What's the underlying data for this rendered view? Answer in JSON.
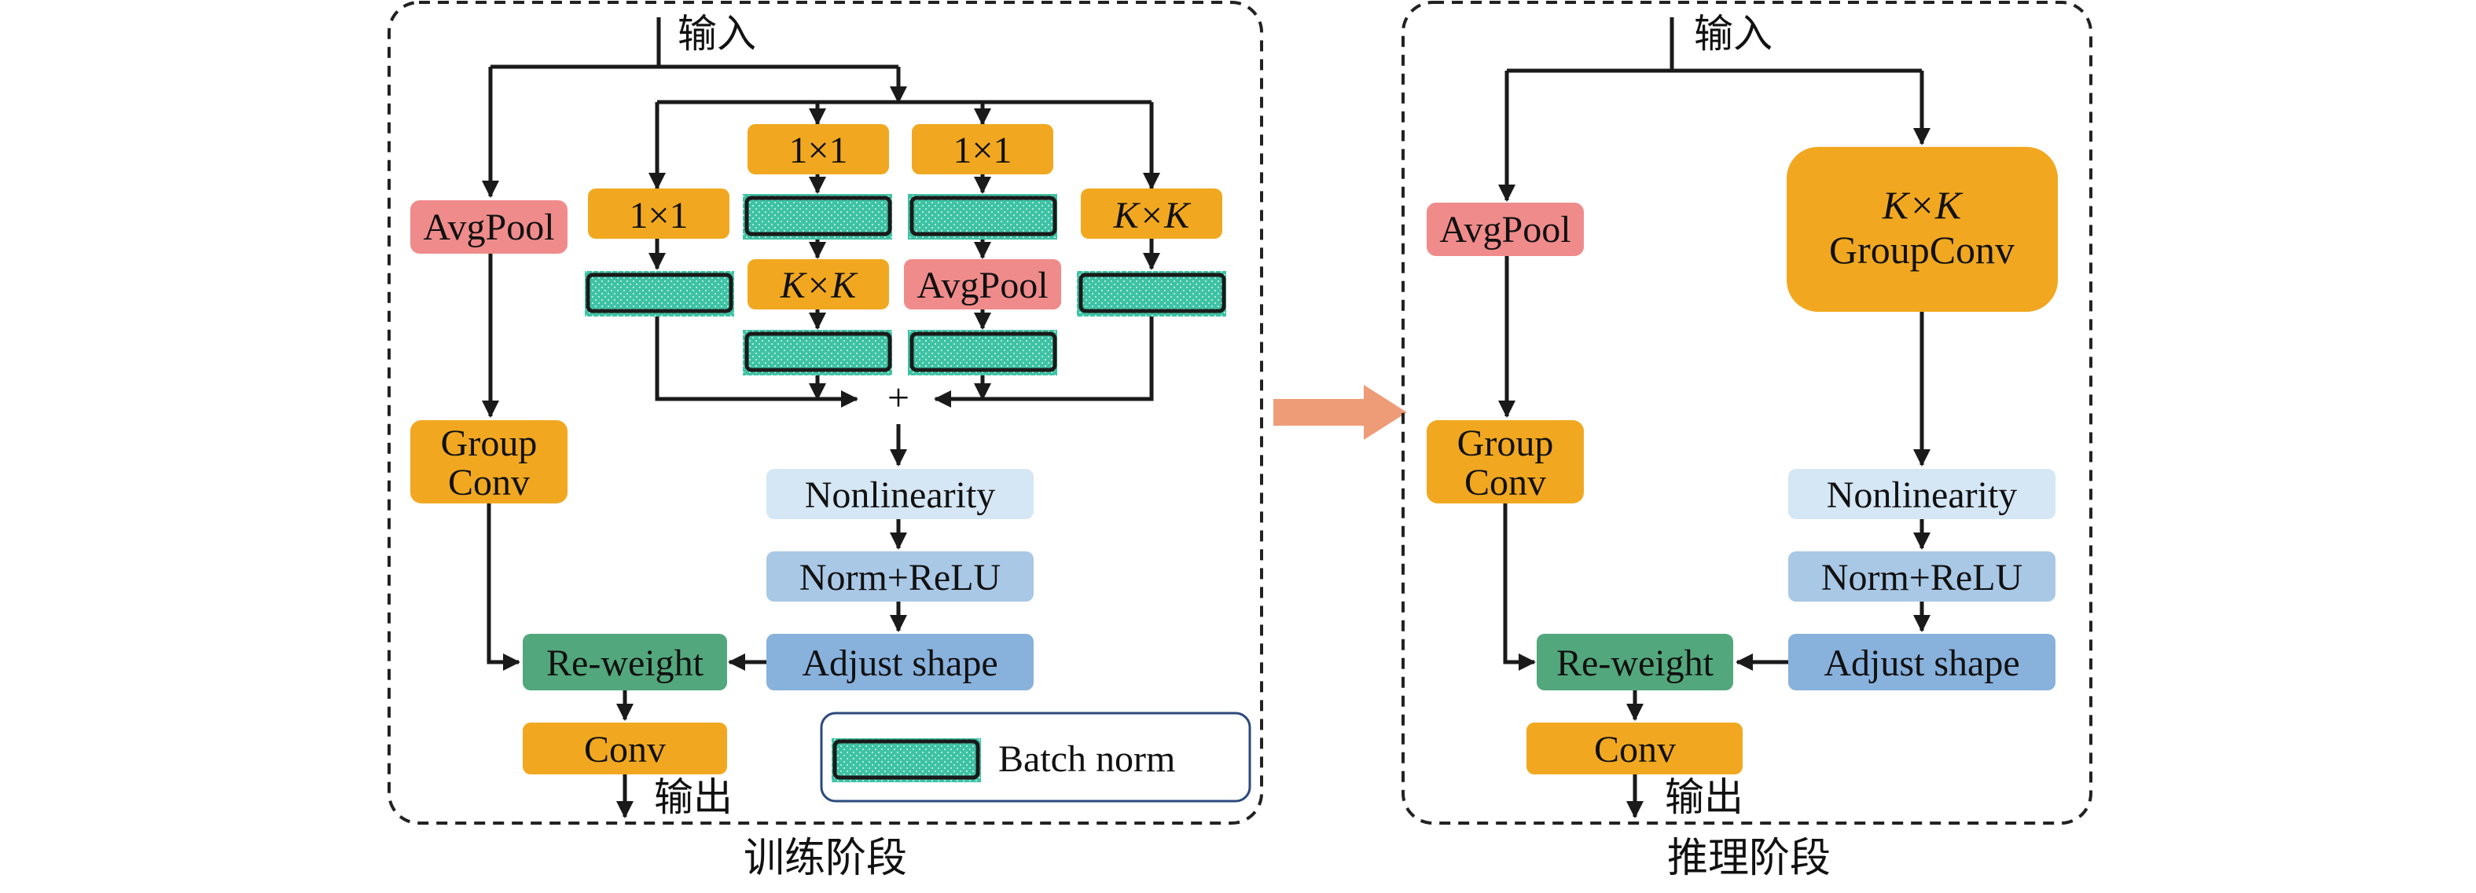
{
  "colors": {
    "orange": "#f1a820",
    "pink": "#f08b8b",
    "light_blue": "#d5e6f4",
    "mid_blue": "#a9c8e6",
    "blue": "#88b1dc",
    "green": "#53a77c",
    "batch_norm": "#3ec2a4",
    "transition_arrow": "#ee9c78"
  },
  "training": {
    "caption": "训练阶段",
    "input": "输入",
    "output": "输出",
    "avgpool": "AvgPool",
    "group_conv_line1": "Group",
    "group_conv_line2": "Conv",
    "conv1x1_a": "1×1",
    "conv1x1_b": "1×1",
    "conv1x1_c": "1×1",
    "kxk_mid": "K×K",
    "kxk_right": "K×K",
    "branch_avgpool": "AvgPool",
    "plus": "+",
    "nonlinearity": "Nonlinearity",
    "norm_relu": "Norm+ReLU",
    "adjust_shape": "Adjust shape",
    "reweight": "Re-weight",
    "conv": "Conv",
    "legend_label": "Batch norm"
  },
  "inference": {
    "caption": "推理阶段",
    "input": "输入",
    "output": "输出",
    "avgpool": "AvgPool",
    "group_conv_line1": "Group",
    "group_conv_line2": "Conv",
    "kxk_group_line1": "K×K",
    "kxk_group_line2": "GroupConv",
    "nonlinearity": "Nonlinearity",
    "norm_relu": "Norm+ReLU",
    "adjust_shape": "Adjust shape",
    "reweight": "Re-weight",
    "conv": "Conv"
  }
}
